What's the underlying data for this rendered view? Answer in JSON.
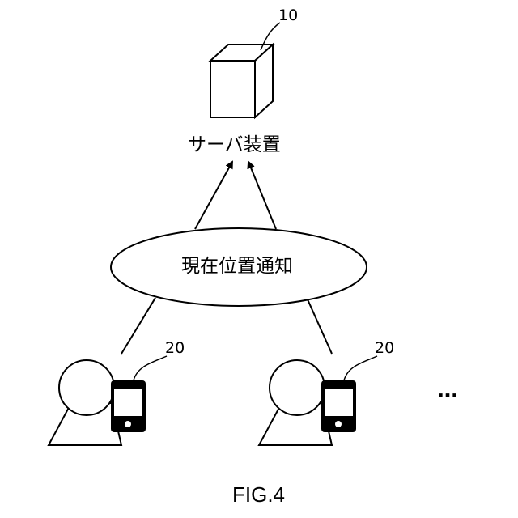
{
  "server": {
    "ref": "10",
    "label": "サーバ装置"
  },
  "notification": {
    "label": "現在位置通知"
  },
  "terminals": [
    {
      "ref": "20"
    },
    {
      "ref": "20"
    }
  ],
  "more_indicator": "…",
  "figure_label": "FIG.4"
}
